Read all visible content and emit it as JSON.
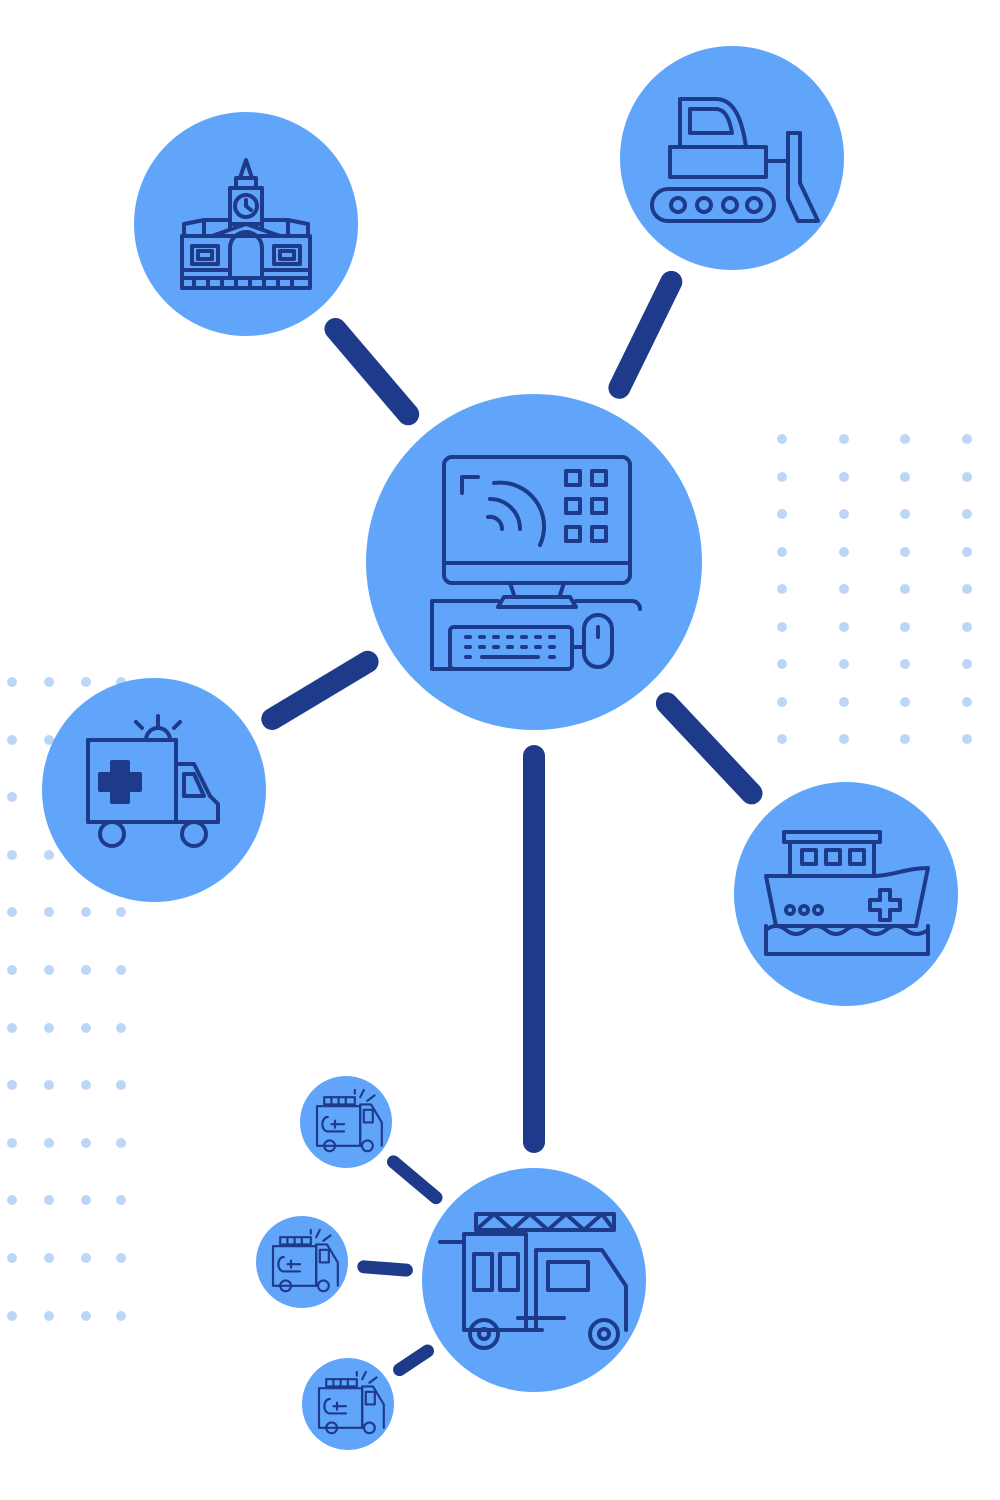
{
  "diagram": {
    "colors": {
      "background": "#ffffff",
      "node_fill": "#60a5fa",
      "line": "#1e3a8a",
      "dot": "#bcd6f7"
    },
    "nodes": [
      {
        "id": "computer",
        "icon": "computer-dispatch-icon"
      },
      {
        "id": "city-hall",
        "icon": "city-hall-icon"
      },
      {
        "id": "bulldozer",
        "icon": "bulldozer-icon"
      },
      {
        "id": "ambulance",
        "icon": "ambulance-icon"
      },
      {
        "id": "rescue-boat",
        "icon": "rescue-boat-icon"
      },
      {
        "id": "fire-truck",
        "icon": "fire-truck-icon"
      },
      {
        "id": "fire-truck-small-1",
        "icon": "fire-truck-icon"
      },
      {
        "id": "fire-truck-small-2",
        "icon": "fire-truck-icon"
      },
      {
        "id": "fire-truck-small-3",
        "icon": "fire-truck-icon"
      }
    ],
    "edges": [
      [
        "computer",
        "city-hall"
      ],
      [
        "computer",
        "bulldozer"
      ],
      [
        "computer",
        "ambulance"
      ],
      [
        "computer",
        "rescue-boat"
      ],
      [
        "computer",
        "fire-truck"
      ],
      [
        "fire-truck",
        "fire-truck-small-1"
      ],
      [
        "fire-truck",
        "fire-truck-small-2"
      ],
      [
        "fire-truck",
        "fire-truck-small-3"
      ]
    ]
  }
}
